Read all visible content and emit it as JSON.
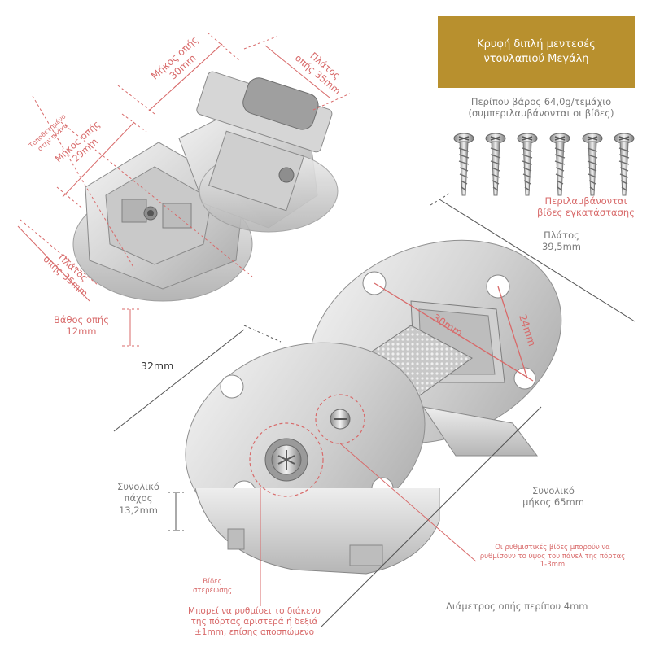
{
  "banner": {
    "line1": "Κρυφή διπλή μεντεσές",
    "line2": "ντουλαπιού Μεγάλη",
    "color": "#b8902e"
  },
  "weight": {
    "line1": "Περίπου βάρος 64,0g/τεμάχιο",
    "line2": "(συμπεριλαμβάνονται οι βίδες)"
  },
  "screws": {
    "count": 6,
    "line1": "Περιλαμβάνονται",
    "line2": "βίδες εγκατάστασης"
  },
  "top_hinge": {
    "length_label": "Μήκος οπής",
    "length_value": "30mm",
    "width_label": "Πλάτος",
    "width_value": "οπής 35mm",
    "mount_note_1": "Τοποθετημένο",
    "mount_note_2": "στην πλάκα",
    "hole_width_label": "Μήκος οπής",
    "hole_width_value": "29mm",
    "side_width_label": "Πλάτος",
    "side_width_value": "οπής 35mm",
    "depth_label": "Βάθος οπής",
    "depth_value": "12mm"
  },
  "main_hinge": {
    "width_label": "Πλάτος",
    "width_value": "39,5mm",
    "dim_32": "32mm",
    "dim_30": "30mm",
    "dim_24": "24mm",
    "thickness_label": "Συνολικό",
    "thickness_label_2": "πάχος",
    "thickness_value": "13,2mm",
    "length_label": "Συνολικό",
    "length_value": "μήκος 65mm",
    "adjust_note_1": "Οι ρυθμιστικές βίδες μπορούν να",
    "adjust_note_2": "ρυθμίσουν το ύψος του πάνελ της πόρτας",
    "adjust_note_3": "1-3mm",
    "fix_screw_1": "Βίδες",
    "fix_screw_2": "στερέωσης",
    "gap_note_1": "Μπορεί να ρυθμίσει το διάκενο",
    "gap_note_2": "της πόρτας αριστερά ή δεξιά",
    "gap_note_3": "±1mm, επίσης αποσπώμενο",
    "hole_diameter": "Διάμετρος οπής περίπου 4mm"
  },
  "colors": {
    "accent_red": "#d86a6a",
    "metal": "#d9d9d9",
    "metal_dark": "#9a9a9a"
  }
}
